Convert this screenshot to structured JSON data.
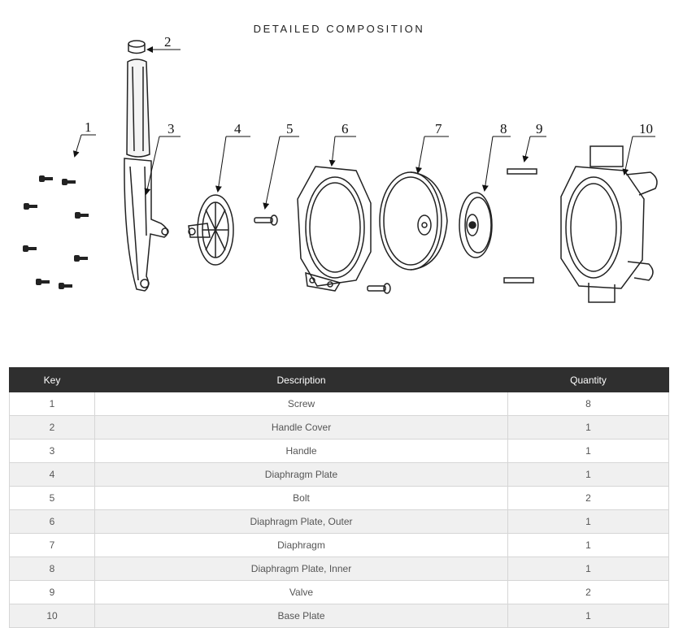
{
  "title": "DETAILED COMPOSITION",
  "callouts": [
    "1",
    "2",
    "3",
    "4",
    "5",
    "6",
    "7",
    "8",
    "9",
    "10"
  ],
  "table": {
    "headers": {
      "key": "Key",
      "description": "Description",
      "quantity": "Quantity"
    },
    "rows": [
      {
        "key": "1",
        "description": "Screw",
        "quantity": "8"
      },
      {
        "key": "2",
        "description": "Handle Cover",
        "quantity": "1"
      },
      {
        "key": "3",
        "description": "Handle",
        "quantity": "1"
      },
      {
        "key": "4",
        "description": "Diaphragm Plate",
        "quantity": "1"
      },
      {
        "key": "5",
        "description": "Bolt",
        "quantity": "2"
      },
      {
        "key": "6",
        "description": "Diaphragm Plate, Outer",
        "quantity": "1"
      },
      {
        "key": "7",
        "description": "Diaphragm",
        "quantity": "1"
      },
      {
        "key": "8",
        "description": "Diaphragm Plate, Inner",
        "quantity": "1"
      },
      {
        "key": "9",
        "description": "Valve",
        "quantity": "2"
      },
      {
        "key": "10",
        "description": "Base Plate",
        "quantity": "1"
      }
    ]
  }
}
